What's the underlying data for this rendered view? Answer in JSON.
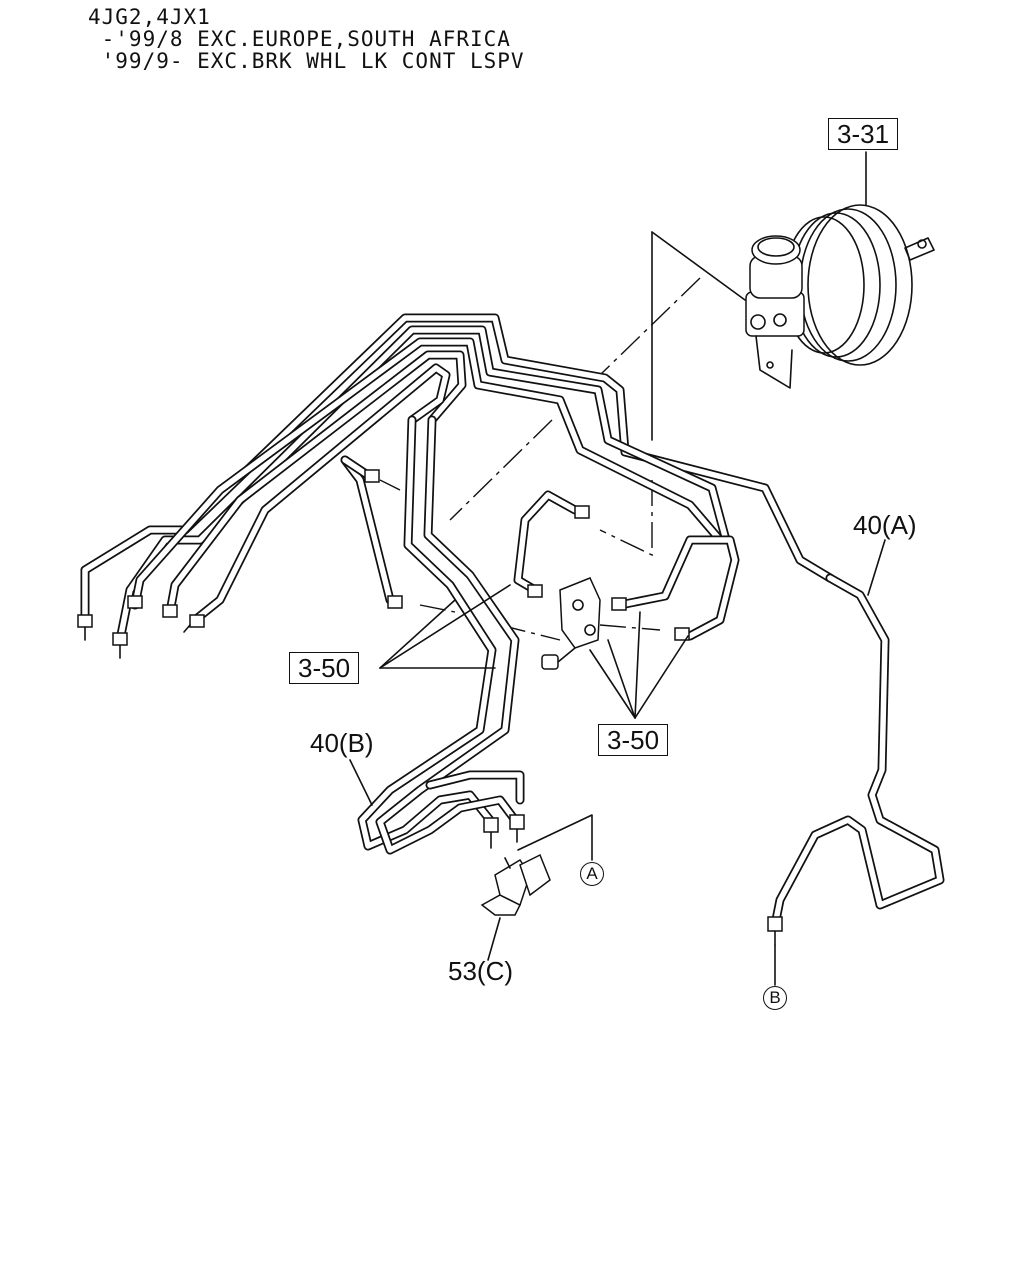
{
  "header": {
    "line1": "4JG2,4JX1",
    "line2": " -'99/8 EXC.EUROPE,SOUTH AFRICA",
    "line3": " '99/9- EXC.BRK WHL LK CONT LSPV"
  },
  "labels": {
    "ref_3_31": "3-31",
    "ref_3_50_left": "3-50",
    "ref_3_50_right": "3-50",
    "part_40a": "40(A)",
    "part_40b": "40(B)",
    "part_53c": "53(C)",
    "point_a": "A",
    "point_b": "B"
  }
}
